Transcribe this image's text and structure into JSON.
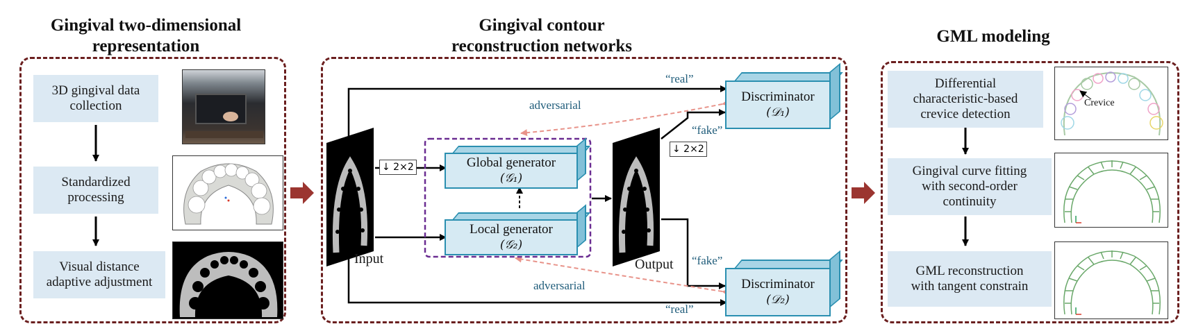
{
  "sections": {
    "left": {
      "title_line1": "Gingival two-dimensional",
      "title_line2": "representation"
    },
    "middle": {
      "title_line1": "Gingival contour",
      "title_line2": "reconstruction networks"
    },
    "right": {
      "title": "GML modeling"
    }
  },
  "left_steps": [
    {
      "line1": "3D gingival data",
      "line2": "collection"
    },
    {
      "line1": "Standardized",
      "line2": "processing"
    },
    {
      "line1": "Visual distance",
      "line2": "adaptive adjustment"
    }
  ],
  "network": {
    "input_label": "Input",
    "output_label": "Output",
    "downsample_in": "↓ 2×2",
    "downsample_out": "↓ 2×2",
    "global_generator": {
      "name": "Global generator",
      "symbol": "(𝒢₁)"
    },
    "local_generator": {
      "name": "Local generator",
      "symbol": "(𝒢₂)"
    },
    "discriminator_1": {
      "name": "Discriminator",
      "symbol": "(𝒟₁)"
    },
    "discriminator_2": {
      "name": "Discriminator",
      "symbol": "(𝒟₂)"
    },
    "real_top": "“real”",
    "fake_top": "“fake”",
    "fake_bottom": "“fake”",
    "real_bottom": "“real”",
    "adversarial_top": "adversarial",
    "adversarial_bottom": "adversarial"
  },
  "right_steps": [
    {
      "line1": "Differential",
      "line2": "characteristic-based",
      "line3": "crevice detection"
    },
    {
      "line1": "Gingival curve fitting",
      "line2": "with second-order",
      "line3": "continuity"
    },
    {
      "line1": "GML reconstruction",
      "line2": "with tangent constrain"
    }
  ],
  "crevice_label": "Crevice",
  "colors": {
    "panel_border": "#6b1f1f",
    "step_fill": "#dce9f3",
    "box_border": "#2a8fb0",
    "generator_group_border": "#6a2c91",
    "adversarial_arrow": "#e8938a",
    "label_blue": "#1f5c7a",
    "flow_arrow": "#9b3530"
  }
}
